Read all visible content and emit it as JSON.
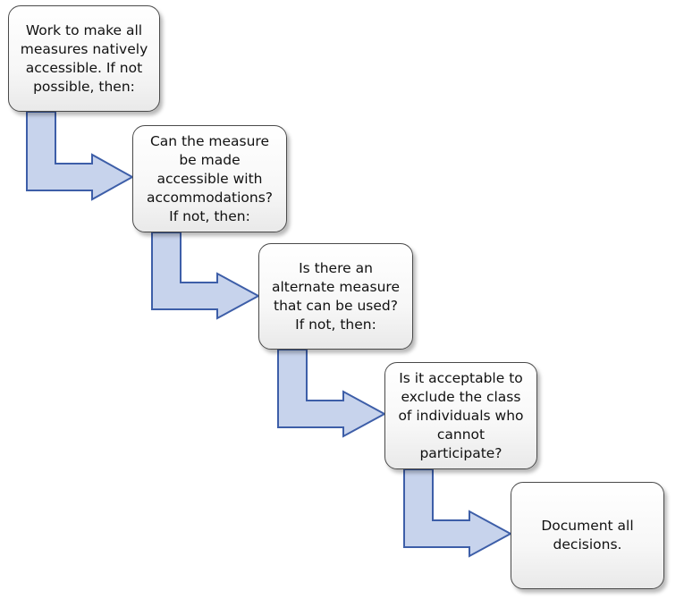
{
  "flowchart": {
    "steps": [
      {
        "id": "step-1",
        "text": "Work to make all\nmeasures natively\naccessible. If not\npossible, then:"
      },
      {
        "id": "step-2",
        "text": "Can the measure\nbe made\naccessible with\naccommodations?\nIf not, then:"
      },
      {
        "id": "step-3",
        "text": "Is there an\nalternate measure\nthat can be used?\nIf not, then:"
      },
      {
        "id": "step-4",
        "text": "Is it acceptable to\nexclude the class\nof individuals who\ncannot\nparticipate?"
      },
      {
        "id": "step-5",
        "text": "Document all\ndecisions."
      }
    ],
    "colors": {
      "arrow_fill": "#c7d3ec",
      "arrow_stroke": "#3d5ea8",
      "box_border": "#4a4a4a"
    }
  }
}
